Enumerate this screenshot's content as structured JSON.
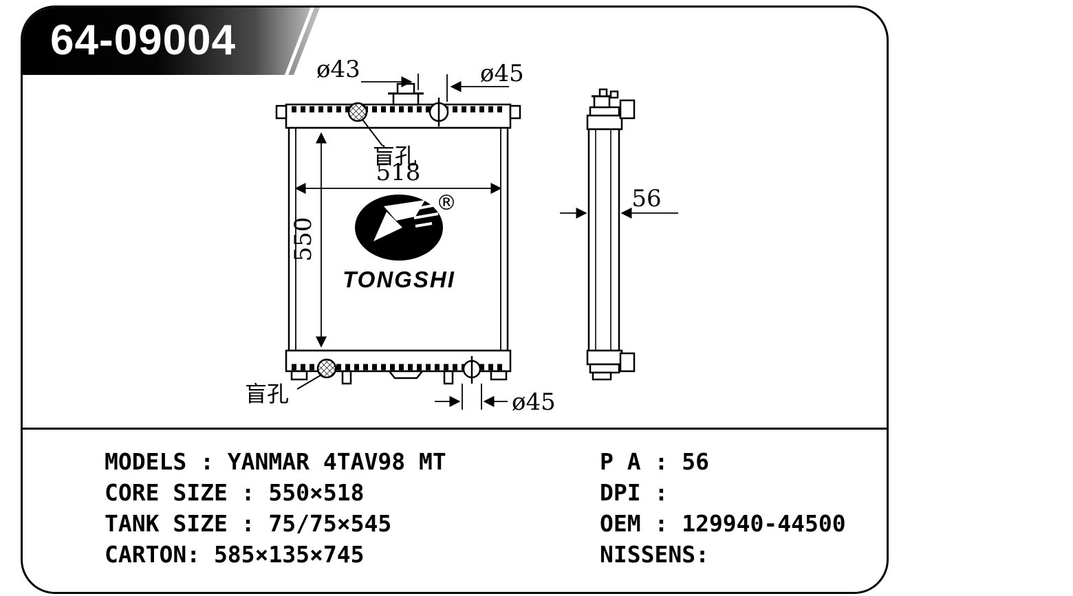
{
  "part_badge": {
    "number": "64-09004"
  },
  "drawing": {
    "dim_dia43": "ø43",
    "dim_dia45_top": "ø45",
    "blind_hole_top": "盲孔",
    "dim_width": "518",
    "dim_height": "550",
    "registered_mark": "®",
    "brand": "TONGSHI",
    "blind_hole_bottom": "盲孔",
    "dim_dia45_bottom": "ø45",
    "dim_depth": "56"
  },
  "specs": {
    "left": [
      "MODELS : YANMAR 4TAV98 MT",
      "CORE SIZE : 550×518",
      "TANK SIZE : 75/75×545",
      "CARTON: 585×135×745"
    ],
    "right": [
      "P A : 56",
      "DPI :",
      "OEM : 129940-44500",
      "NISSENS:"
    ]
  }
}
